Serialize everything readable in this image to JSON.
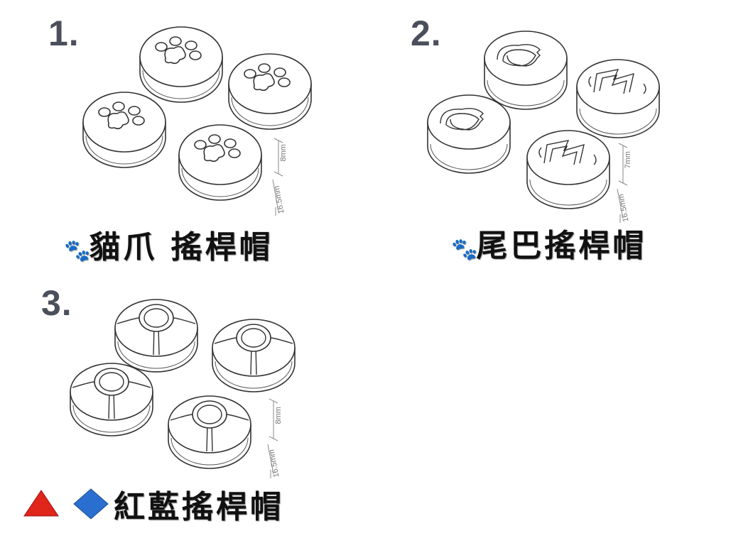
{
  "panels": [
    {
      "number": "1.",
      "caption": "貓爪 搖桿帽",
      "caption_icon": "paw-prints-icon",
      "height_label": "8mm",
      "width_label": "16.5mm",
      "style": "paw"
    },
    {
      "number": "2.",
      "caption": "尾巴搖桿帽",
      "caption_icon": "paw-prints-icon",
      "height_label": "7mm",
      "width_label": "16.5mm",
      "style": "tail"
    },
    {
      "number": "3.",
      "caption": "紅藍搖桿帽",
      "caption_icon": "red-triangle-blue-diamond-icon",
      "height_label": "8mm",
      "width_label": "16.5mm",
      "style": "ball"
    }
  ],
  "colors": {
    "number": "#4b4f5c",
    "line": "#333333",
    "red": "#e0251b",
    "blue": "#2a6fd0"
  }
}
